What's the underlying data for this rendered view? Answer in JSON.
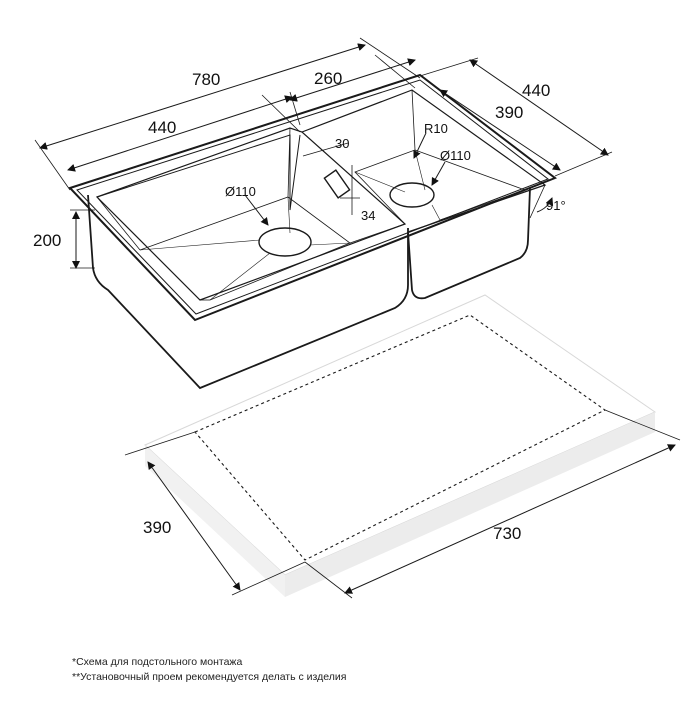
{
  "sink": {
    "dimensions": {
      "overall_width": "780",
      "big_bowl_width": "440",
      "small_bowl_width": "260",
      "overall_depth": "440",
      "bowl_depth_inner": "390",
      "bowl_height": "200",
      "overflow_width": "30",
      "overflow_height": "34",
      "corner_radius": "R10",
      "drain_big": "Ø110",
      "drain_small": "Ø110",
      "edge_angle": "91°"
    }
  },
  "cutout": {
    "width": "730",
    "depth": "390"
  },
  "notes": {
    "line1": "*Схема для подстольного монтажа",
    "line2": "**Установочный проем рекомендуется делать с изделия"
  },
  "colors": {
    "line": "#1a1a1a",
    "countertop_fill": "#ffffff",
    "countertop_shadow": "#e6e6e6"
  }
}
